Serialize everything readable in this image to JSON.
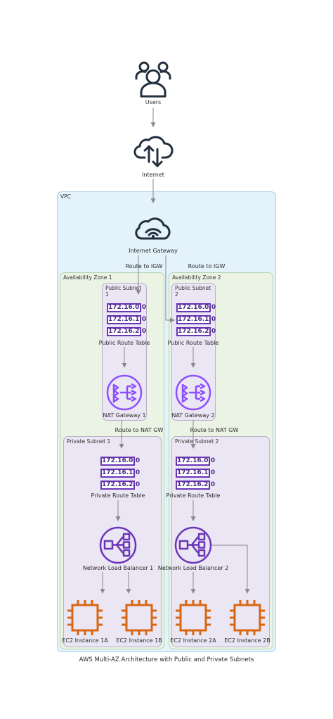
{
  "diagram": {
    "title": "AWS Multi-AZ Architecture with Public and Private Subnets",
    "nodes": {
      "users": "Users",
      "internet": "Internet",
      "igw": "Internet Gateway",
      "public_rt_1": "Public Route Table",
      "public_rt_2": "Public Route Table",
      "nat_1": "NAT Gateway 1",
      "nat_2": "NAT Gateway 2",
      "private_rt_1": "Private Route Table",
      "private_rt_2": "Private Route Table",
      "nlb_1": "Network Load Balancer 1",
      "nlb_2": "Network Load Balancer 2",
      "ec2_1a": "EC2 Instance 1A",
      "ec2_1b": "EC2 Instance 1B",
      "ec2_2a": "EC2 Instance 2A",
      "ec2_2b": "EC2 Instance 2B"
    },
    "route_entries": [
      "172.16.0.0",
      "172.16.1.0",
      "172.16.2.0"
    ],
    "groups": {
      "vpc": "VPC",
      "az1": "Availability Zone 1",
      "az2": "Availability Zone 2",
      "public_subnet_1": "Public Subnet 1",
      "public_subnet_2": "Public Subnet 2",
      "private_subnet_1": "Private Subnet 1",
      "private_subnet_2": "Private Subnet 2"
    },
    "edge_labels": {
      "route_to_igw_1": "Route to IGW",
      "route_to_igw_2": "Route to IGW",
      "route_to_nat_1": "Route to NAT GW",
      "route_to_nat_2": "Route to NAT GW"
    },
    "colors": {
      "network_icon": "#232f3e",
      "networking_purple": "#8c4fff",
      "route_table_purple": "#6b35b8",
      "compute_orange": "#d86613",
      "edge": "#8a8a8a"
    },
    "icons": {
      "users": "users-icon",
      "internet": "cloud-upload-download-icon",
      "igw": "internet-gateway-icon",
      "route_table": "route-table-icon",
      "nat": "nat-gateway-icon",
      "nlb": "network-load-balancer-icon",
      "ec2": "ec2-instance-icon"
    }
  }
}
